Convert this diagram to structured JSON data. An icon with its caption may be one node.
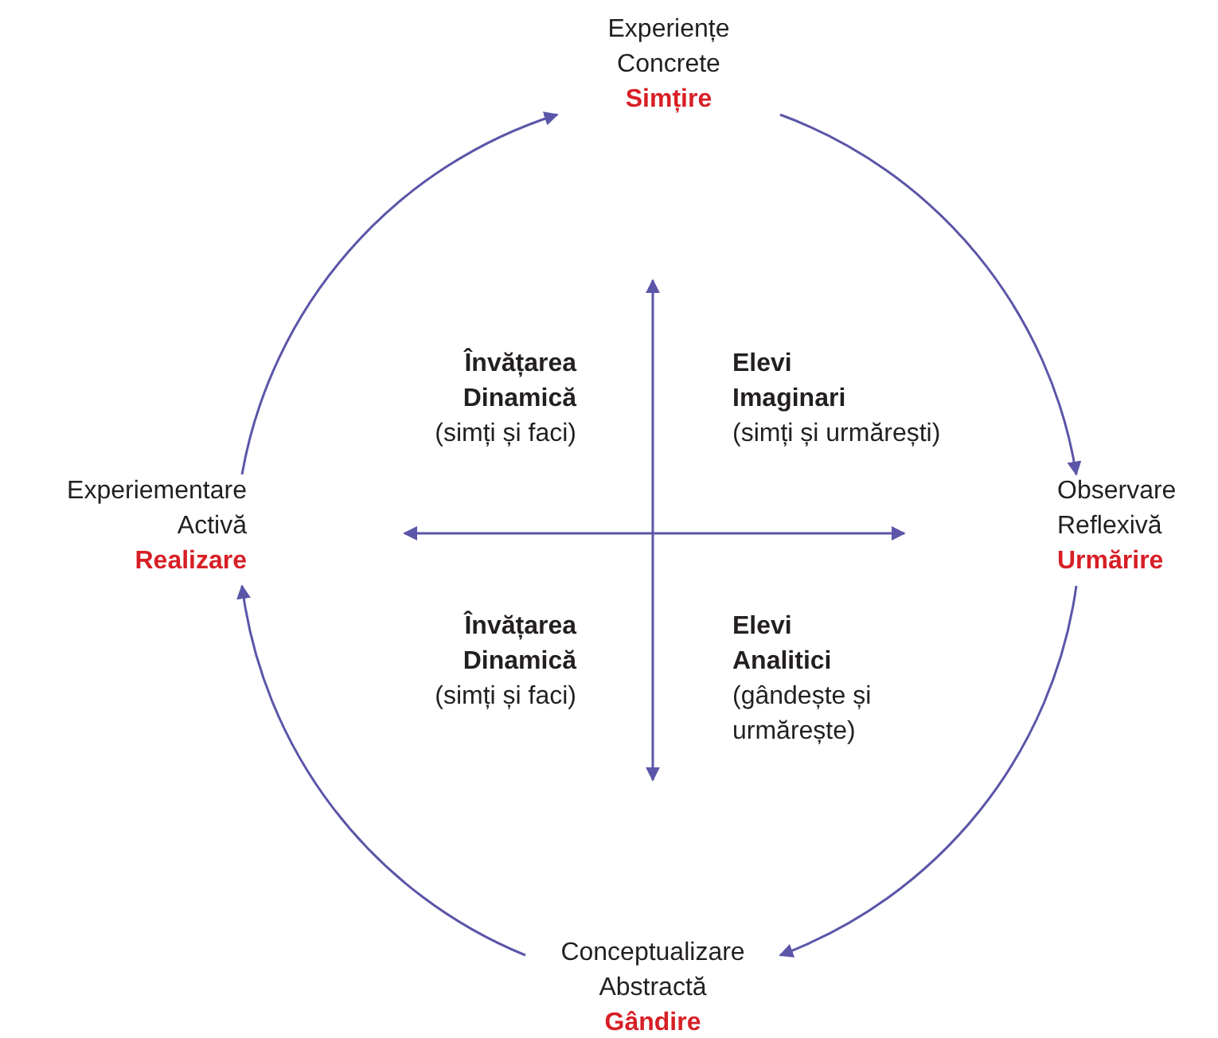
{
  "diagram": {
    "nodes": [
      {
        "text": [
          "Experiențe Concrete",
          "Simțire"
        ]
      },
      {
        "text": [
          "Observare Reflexivă",
          "Urmărire"
        ]
      },
      {
        "text": [
          "Conceptualizare Abstractă",
          "Gândire"
        ]
      },
      {
        "text": [
          "Experiementare Activă",
          "Realizare"
        ]
      }
    ],
    "edges": [
      {
        "from": 0,
        "to": 1,
        "arrow": "to"
      },
      {
        "from": 1,
        "to": 2,
        "arrow": "to"
      },
      {
        "from": 2,
        "to": 3,
        "arrow": "to"
      },
      {
        "from": 3,
        "to": 0,
        "arrow": "to"
      }
    ],
    "labels": [
      "Învățarea Dinamică",
      "(simți și faci)",
      "Elevi Imaginari",
      "(simți și urmărești)",
      "Învățarea Dinamică",
      "(simți și faci)",
      "Elevi Analitici",
      "(gândește și urmărește)"
    ]
  }
}
